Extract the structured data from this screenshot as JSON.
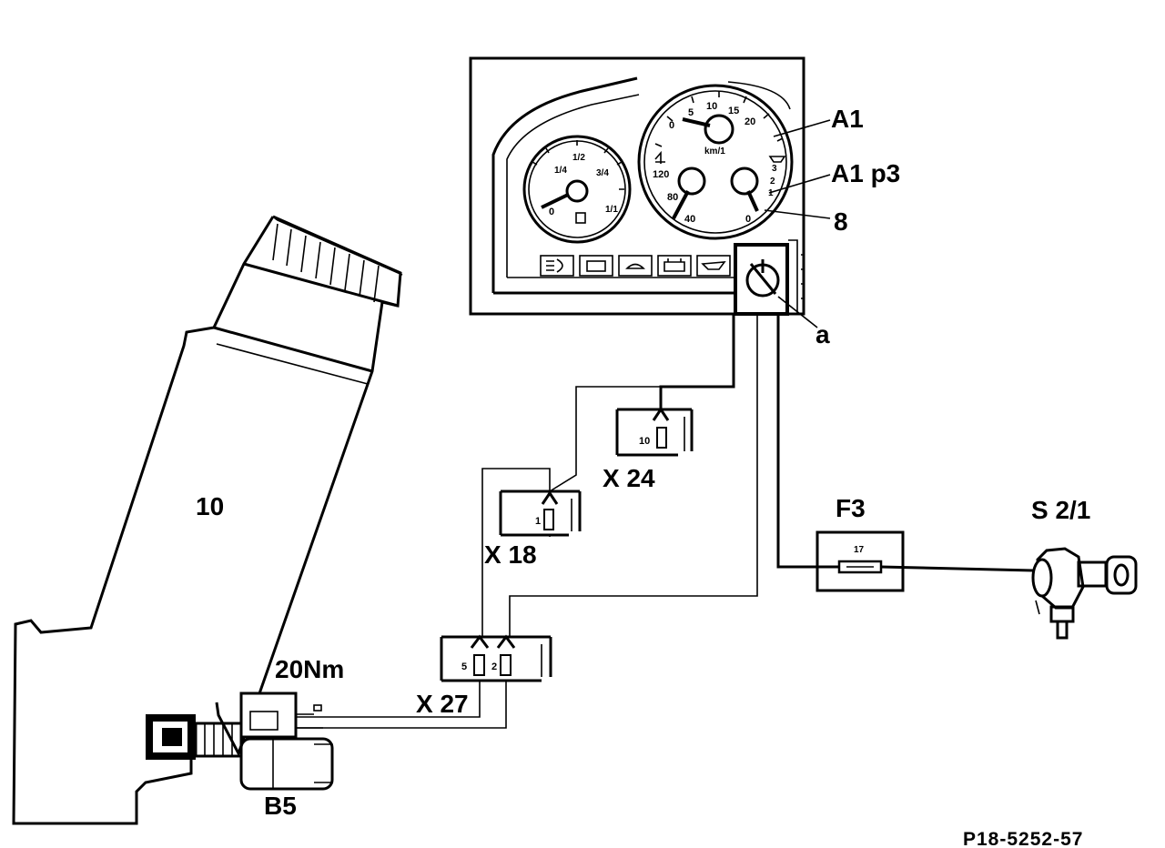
{
  "labels": {
    "instrument_cluster": "A1",
    "indicator_lamp": "A1 p3",
    "item_8": "8",
    "item_a": "a",
    "housing": "10",
    "torque": "20Nm",
    "sensor": "B5",
    "connector_x24": "X 24",
    "connector_x18": "X 18",
    "connector_x27": "X 27",
    "fuse": "F3",
    "ignition_switch": "S 2/1",
    "figure_code": "P18-5252-57"
  },
  "connector_pins": {
    "x24_pin": "10",
    "x18_pin": "1",
    "x27_pin_left": "5",
    "x27_pin_right": "2",
    "fuse_number": "17"
  },
  "gauges": {
    "fuel": {
      "ticks": [
        "0",
        "1/4",
        "1/2",
        "3/4",
        "1/1"
      ]
    },
    "speedo": {
      "top_ticks": [
        "0",
        "5",
        "10",
        "15",
        "20"
      ],
      "unit": "km/1",
      "temp_ticks": [
        "120",
        "80",
        "40"
      ],
      "oil_ticks": [
        "3",
        "2",
        "1",
        "0"
      ]
    }
  },
  "warning_lamps": [
    "headlight-icon",
    "battery-icon",
    "coolant-icon",
    "brake-icon",
    "oil-icon"
  ]
}
